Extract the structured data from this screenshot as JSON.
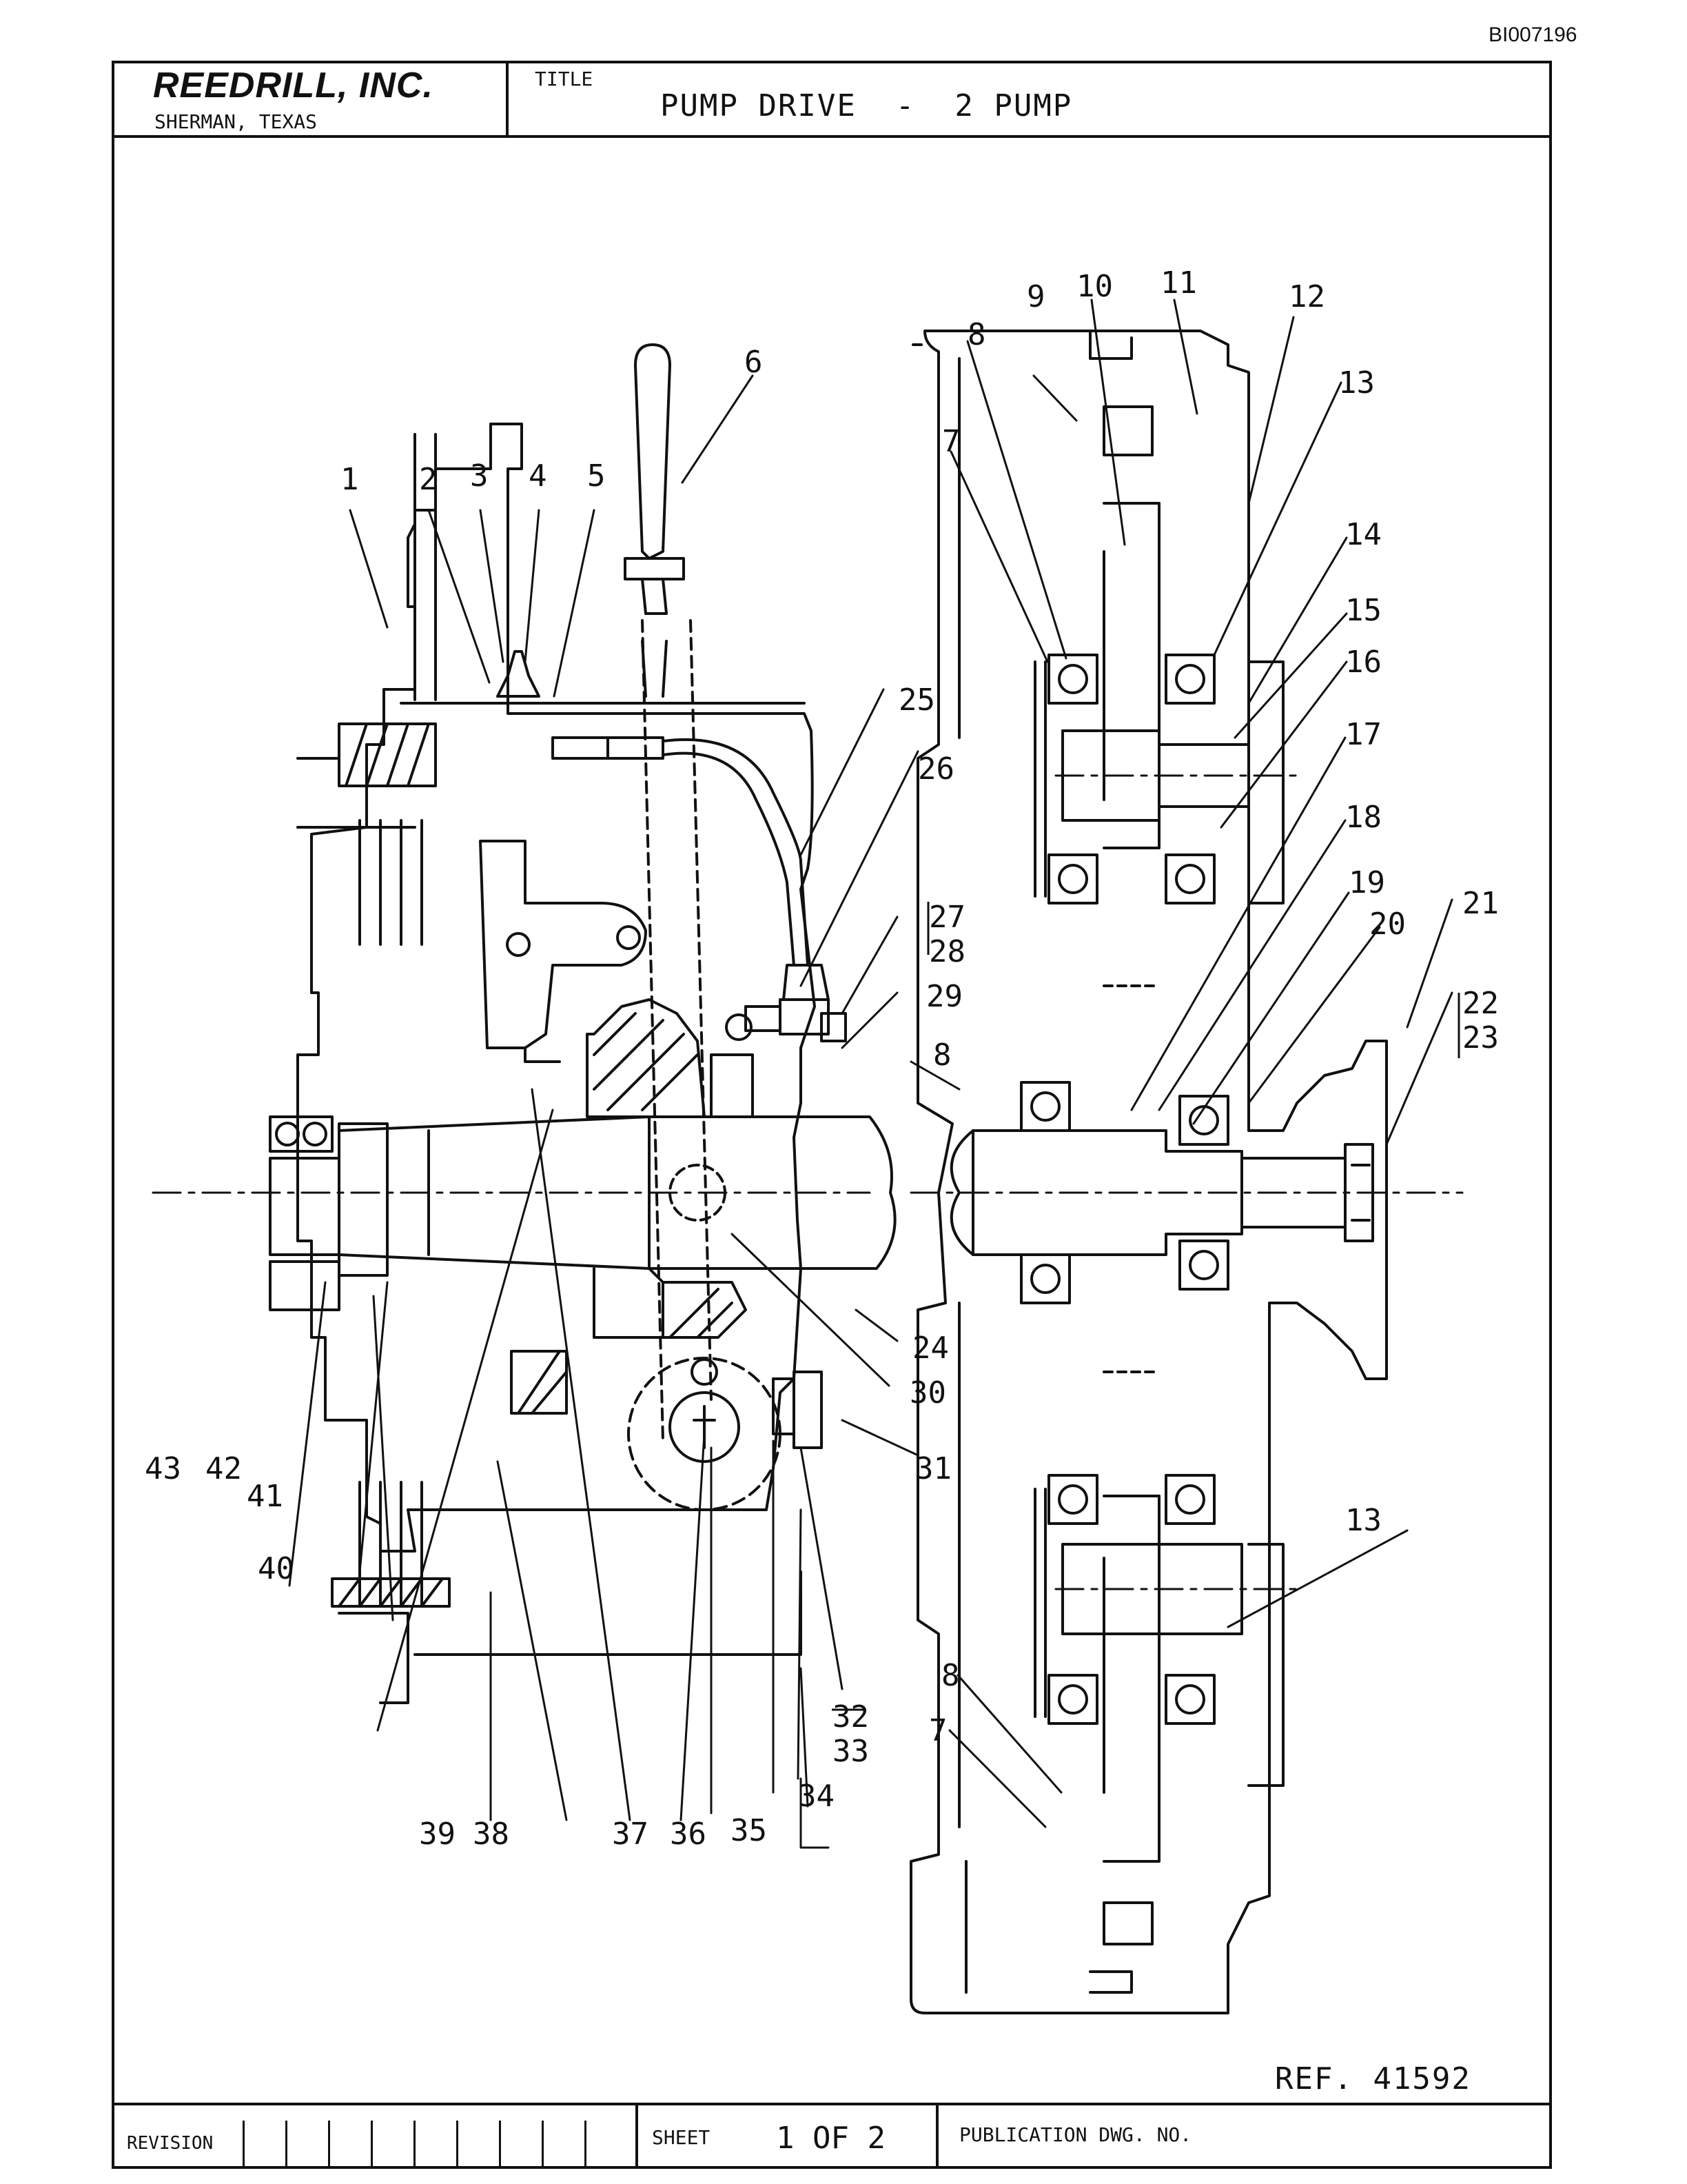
{
  "document_id": "BI007196",
  "company": {
    "name": "REEDRILL, INC.",
    "city": "SHERMAN, TEXAS"
  },
  "title": {
    "label": "TITLE",
    "text": "PUMP DRIVE  -  2 PUMP"
  },
  "reference": "REF. 41592",
  "footer": {
    "revision_label": "REVISION",
    "sheet_label": "SHEET",
    "sheet_value": "1 OF 2",
    "publication_label": "PUBLICATION DWG. NO."
  },
  "callouts": [
    "1",
    "2",
    "3",
    "4",
    "5",
    "6",
    "7",
    "8",
    "9",
    "10",
    "11",
    "12",
    "13",
    "14",
    "15",
    "16",
    "17",
    "18",
    "19",
    "20",
    "21",
    "22",
    "23",
    "24",
    "25",
    "26",
    "27",
    "28",
    "29",
    "30",
    "31",
    "32",
    "33",
    "34",
    "35",
    "36",
    "37",
    "38",
    "39",
    "40",
    "41",
    "42",
    "43"
  ]
}
